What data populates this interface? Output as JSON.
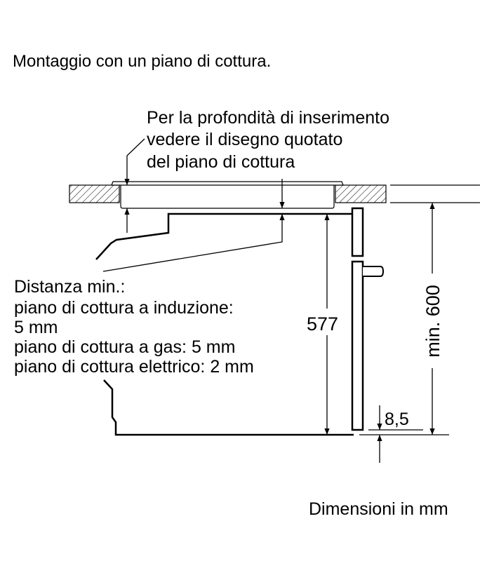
{
  "title": "Montaggio con un piano di cottura.",
  "callout_top": [
    "Per la profondità di inserimento",
    "vedere il disegno quotato",
    "del piano di cottura"
  ],
  "callout_left": [
    "Distanza min.:",
    "piano di cottura a induzione:",
    "5 mm",
    "piano di cottura a gas: 5 mm",
    "piano di cottura elettrico: 2 mm"
  ],
  "dimensions": {
    "oven_height": "577",
    "niche_height": "min. 600",
    "bottom_offset": "8,5"
  },
  "footer": "Dimensioni in mm"
}
